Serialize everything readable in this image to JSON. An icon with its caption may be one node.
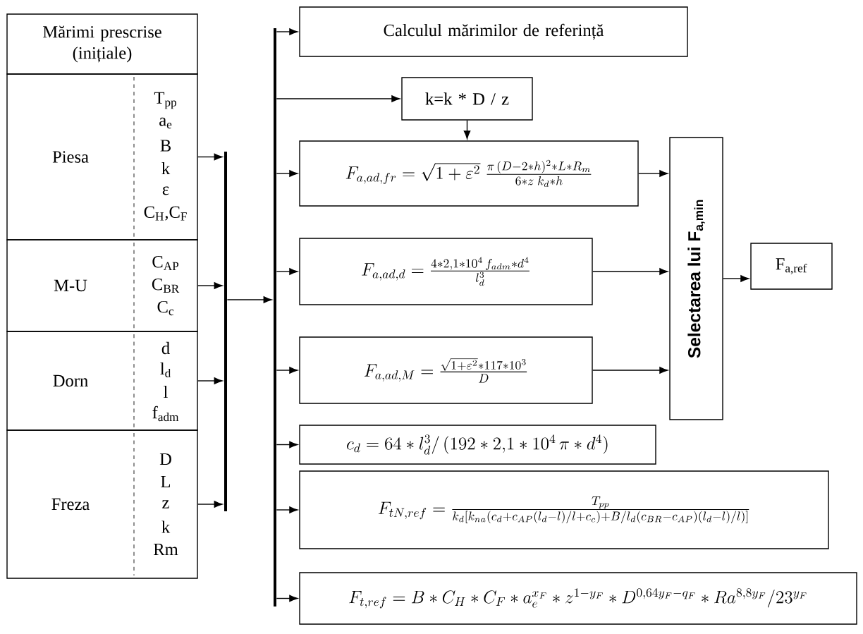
{
  "diagram": {
    "nodes": [
      {
        "text": [
          "Mărimi prescrise (inițiale)"
        ]
      },
      {
        "text": [
          "Piesa",
          "T$_{pp}$",
          "a$_{e}$",
          "B",
          "k",
          "ε",
          "C$_{H}$,C$_{F}$"
        ]
      },
      {
        "text": [
          "M-U",
          "C$_{AP}$",
          "C$_{BR}$",
          "C$_{c}$"
        ]
      },
      {
        "text": [
          "Dorn",
          "d",
          "l$_{d}$",
          "l",
          "f$_{adm}$"
        ]
      },
      {
        "text": [
          "Freza",
          "D",
          "L",
          "z",
          "k",
          "Rm"
        ]
      },
      {
        "text": [],
        "shape": "bar"
      },
      {
        "text": [],
        "shape": "bar"
      },
      {
        "text": [
          "Calculul mărimilor de referință"
        ]
      },
      {
        "text": [
          "k=k * D / z"
        ]
      },
      {
        "text": [
          "F_{a,ad,fr} = \\sqrt{1+\\varepsilon^{2}}\\;\\frac{\\pi\\,(D-2*h)^{2}*L*R_{m}}{6*z\\;k_{d}*h}"
        ]
      },
      {
        "text": [
          "F_{a,ad,d} = \\frac{4*2{,}1*10^{4}\\,f_{adm}*d^{4}}{l_{d}^{3}}"
        ]
      },
      {
        "text": [
          "F_{a,ad,M} = \\frac{\\sqrt{1+\\varepsilon^{2}}*117*10^{3}}{D}"
        ]
      },
      {
        "text": [
          "c_{d} = 64*l_{d}^{3}/\\,(192*2{,}1*10^{4}\\,\\pi*d^{4})"
        ]
      },
      {
        "text": [
          "F_{tN,ref} = \\frac{T_{pp}}{k_{d}[k_{na}(c_{d}+c_{AP}(l_{d}-l)/l+c_{c})+B/l_{d}(c_{BR}-c_{AP})(l_{d}-l)/l)]}"
        ]
      },
      {
        "text": [
          "F_{t,ref} = B*C_{H}*C_{F}*a_{e}^{x_{F}}*z^{1-y_{F}}*D^{0{,}64y_{F}-q_{F}}*Ra^{8{,}8y_{F}}/23^{y_{F}}"
        ]
      },
      {
        "text": [
          "Selectarea lui F$_{a,min}$"
        ]
      },
      {
        "text": [
          "F$_{a,ref}$"
        ]
      }
    ],
    "edges": [
      {
        "from": 1,
        "to": 5,
        "arrow": "to"
      },
      {
        "from": 2,
        "to": 5,
        "arrow": "to"
      },
      {
        "from": 3,
        "to": 5,
        "arrow": "to"
      },
      {
        "from": 4,
        "to": 5,
        "arrow": "to"
      },
      {
        "from": 5,
        "to": 6,
        "arrow": "to"
      },
      {
        "from": 6,
        "to": 7,
        "arrow": "to"
      },
      {
        "from": 6,
        "to": 8,
        "arrow": "to"
      },
      {
        "from": 6,
        "to": 9,
        "arrow": "to"
      },
      {
        "from": 6,
        "to": 10,
        "arrow": "to"
      },
      {
        "from": 6,
        "to": 11,
        "arrow": "to"
      },
      {
        "from": 6,
        "to": 12,
        "arrow": "to"
      },
      {
        "from": 6,
        "to": 13,
        "arrow": "to"
      },
      {
        "from": 6,
        "to": 14,
        "arrow": "to"
      },
      {
        "from": 8,
        "to": 9,
        "arrow": "to"
      },
      {
        "from": 9,
        "to": 15,
        "arrow": "to"
      },
      {
        "from": 10,
        "to": 15,
        "arrow": "to"
      },
      {
        "from": 11,
        "to": 15,
        "arrow": "to"
      },
      {
        "from": 15,
        "to": 16,
        "arrow": "to"
      }
    ]
  }
}
